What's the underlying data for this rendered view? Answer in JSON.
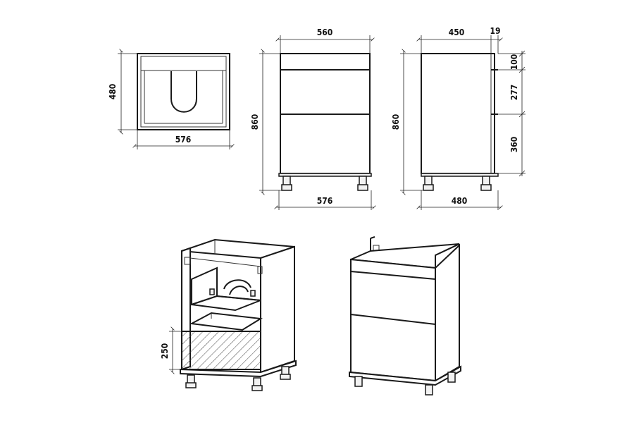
{
  "top_view": {
    "depth": "480",
    "width": "576"
  },
  "front_view": {
    "top_width": "560",
    "height": "860",
    "base_width": "576"
  },
  "side_view": {
    "depth_top": "450",
    "panel_thickness": "19",
    "height": "860",
    "drawer_top": "100",
    "drawer_mid": "277",
    "drawer_bottom": "360",
    "base_depth": "480"
  },
  "iso_view": {
    "basket_height": "250"
  }
}
